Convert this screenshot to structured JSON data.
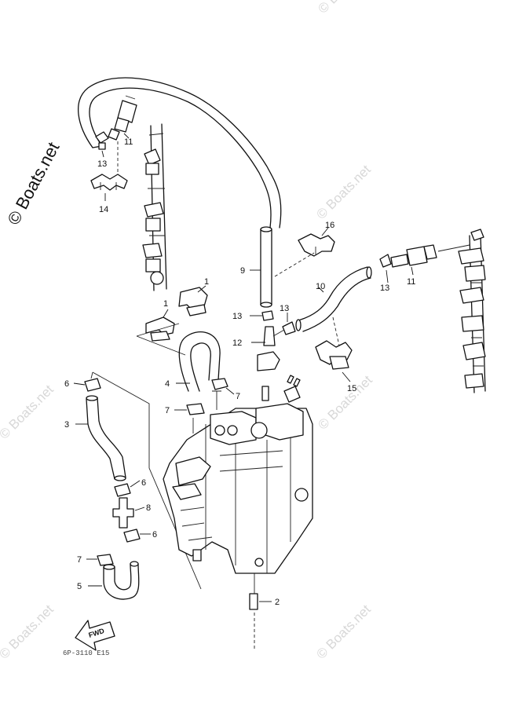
{
  "watermark": {
    "main": "© Boats.net",
    "repeat": "© Boats.net"
  },
  "callouts": {
    "c1a": "1",
    "c1b": "1",
    "c2": "2",
    "c3": "3",
    "c4": "4",
    "c5": "5",
    "c6a": "6",
    "c6b": "6",
    "c6c": "6",
    "c7a": "7",
    "c7b": "7",
    "c7c": "7",
    "c8": "8",
    "c9": "9",
    "c10": "10",
    "c11a": "11",
    "c11b": "11",
    "c12": "12",
    "c13a": "13",
    "c13b": "13",
    "c13c": "13",
    "c13d": "13",
    "c14": "14",
    "c15": "15",
    "c16": "16"
  },
  "direction_arrow": {
    "label": "FWD"
  },
  "drawing_code": "6P-3110 E15"
}
